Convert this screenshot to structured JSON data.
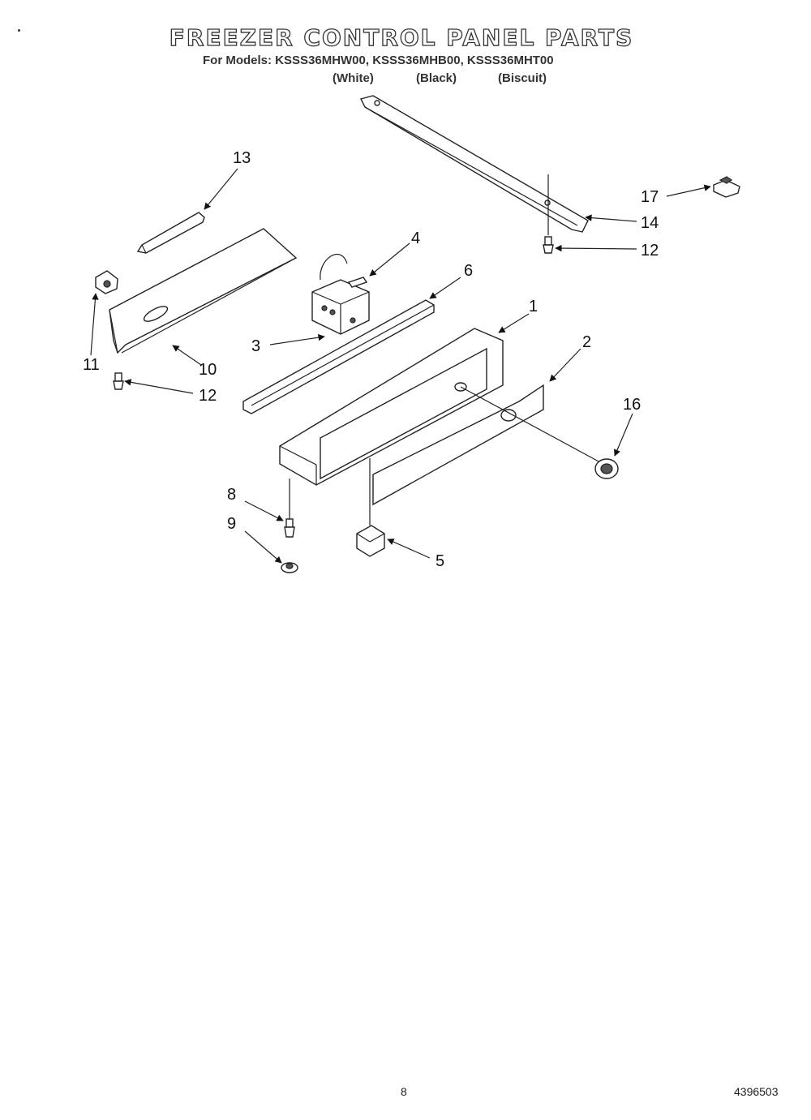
{
  "title": "FREEZER CONTROL PANEL PARTS",
  "models_line": "For Models: KSSS36MHW00, KSSS36MHB00, KSSS36MHT00",
  "variants": [
    "(White)",
    "(Black)",
    "(Biscuit)"
  ],
  "callouts": [
    "1",
    "2",
    "3",
    "4",
    "5",
    "6",
    "8",
    "9",
    "10",
    "11",
    "12",
    "12",
    "13",
    "14",
    "16",
    "17"
  ],
  "footer": {
    "page_number": "8",
    "document_code": "4396503"
  }
}
